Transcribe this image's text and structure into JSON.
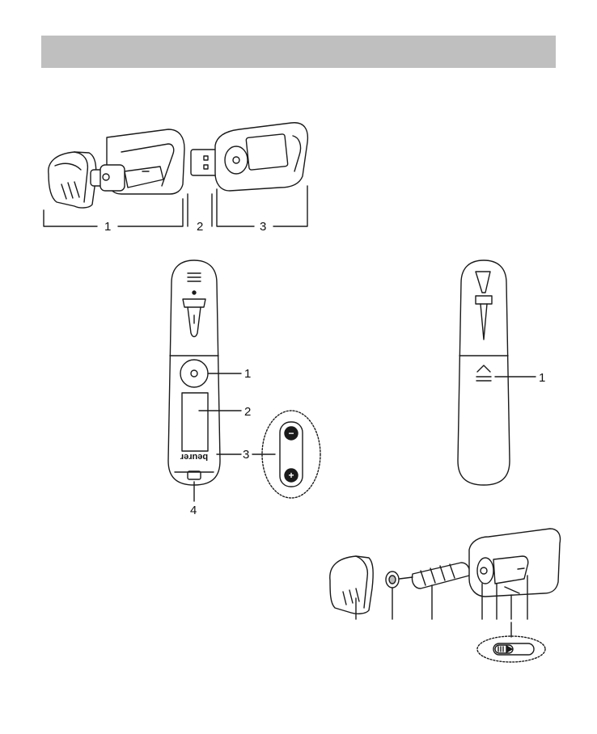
{
  "header": {
    "title": ""
  },
  "figure_a": {
    "labels": [
      "1",
      "2",
      "3"
    ]
  },
  "figure_b": {
    "labels": [
      "1",
      "2",
      "3",
      "4"
    ],
    "brand": "beurer",
    "minus_symbol": "−",
    "plus_symbol": "+"
  },
  "figure_c": {
    "labels": [
      "1"
    ]
  },
  "colors": {
    "header_bar": "#bfbfbf",
    "line": "#1a1a1a"
  }
}
